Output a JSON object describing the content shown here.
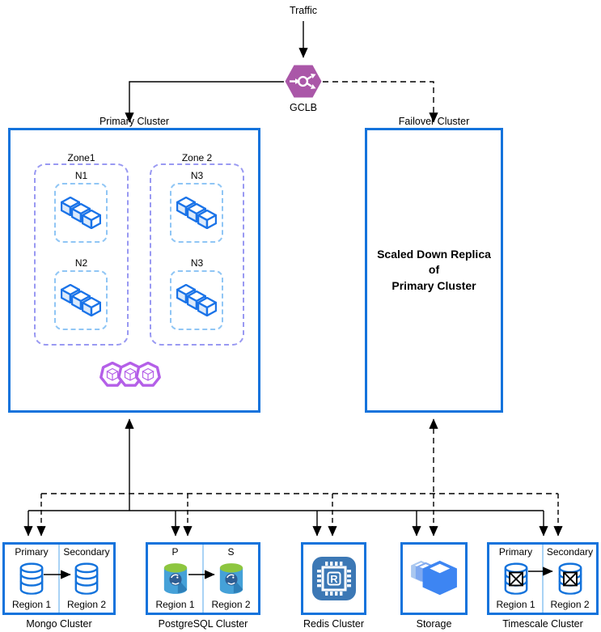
{
  "traffic": {
    "label": "Traffic"
  },
  "gclb": {
    "label": "GCLB"
  },
  "primary": {
    "title": "Primary Cluster",
    "zones": [
      {
        "label": "Zone1",
        "nodes": [
          "N1",
          "N2"
        ]
      },
      {
        "label": "Zone 2",
        "nodes": [
          "N3",
          "N3"
        ]
      }
    ]
  },
  "failover": {
    "title": "Failover Cluster",
    "body": [
      "Scaled Down Replica",
      "of",
      "Primary Cluster"
    ]
  },
  "mongo": {
    "title": "Mongo Cluster",
    "left_role": "Primary",
    "right_role": "Secondary",
    "left_region": "Region 1",
    "right_region": "Region 2"
  },
  "postgres": {
    "title": "PostgreSQL Cluster",
    "left_role": "P",
    "right_role": "S",
    "left_region": "Region 1",
    "right_region": "Region 2"
  },
  "redis": {
    "title": "Redis Cluster"
  },
  "storage": {
    "title": "Storage"
  },
  "timescale": {
    "title": "Timescale Cluster",
    "left_role": "Primary",
    "right_role": "Secondary",
    "left_region": "Region 1",
    "right_region": "Region 2"
  },
  "icons": {
    "gclb": "load-balancer-hexagon-icon",
    "node": "container-cubes-icon",
    "primary_footer": "kubernetes-heptagons-icon",
    "mongo": "database-cylinder-icon",
    "postgres": "postgresql-cylinder-icon",
    "redis": "redis-chip-icon",
    "storage": "storage-boxes-icon",
    "timescale": "crossed-database-cylinder-icon"
  },
  "colors": {
    "box_border": "#1473DC",
    "zone_dash": "#9999F2",
    "node_dash": "#90C6F5",
    "cube_blue": "#1A73E8",
    "k8s_purple": "#B45FE8",
    "gclb_purple": "#AA57A8",
    "redis_blue": "#3C78B5",
    "storage_blue": "#3D85F2",
    "postgres_green": "#8DC63F",
    "region_divider": "#A9D3F5"
  }
}
